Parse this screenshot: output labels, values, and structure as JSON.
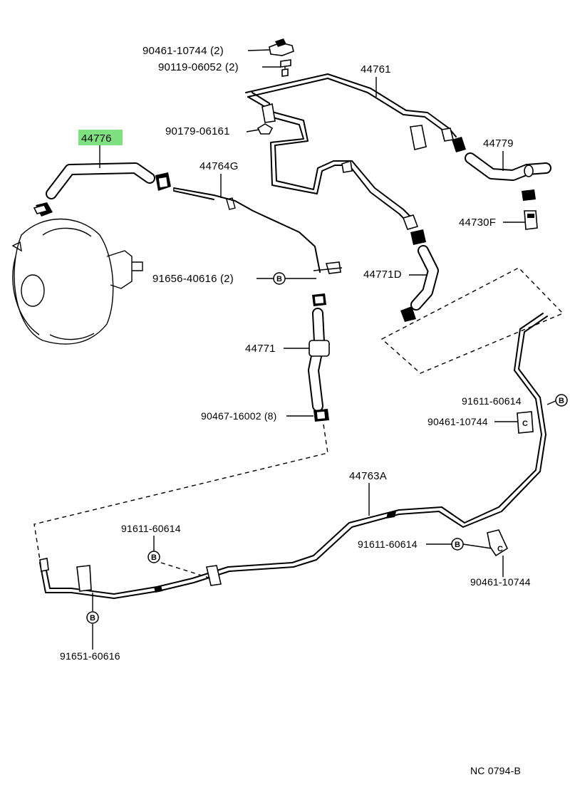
{
  "labels": {
    "p_90461_10744_top": "90461-10744 (2)",
    "p_90119_06052": "90119-06052 (2)",
    "p_44761": "44761",
    "p_44776": "44776",
    "p_90179_06161": "90179-06161",
    "p_44779": "44779",
    "p_44764G": "44764G",
    "p_44730F": "44730F",
    "p_91656_40616": "91656-40616 (2)",
    "p_44771D": "44771D",
    "p_44771": "44771",
    "p_91611_60614_right": "91611-60614",
    "p_90461_10744_right": "90461-10744",
    "p_90467_16002": "90467-16002 (8)",
    "p_44763A": "44763A",
    "p_91611_60614_left": "91611-60614",
    "p_91611_60614_mid": "91611-60614",
    "p_90461_10744_bottom": "90461-10744",
    "p_91651_60616": "91651-60616",
    "diagram_code": "NC 0794-B"
  },
  "callout_marker": "B",
  "clip_marker": "C",
  "highlight_color": "#7fe07f"
}
